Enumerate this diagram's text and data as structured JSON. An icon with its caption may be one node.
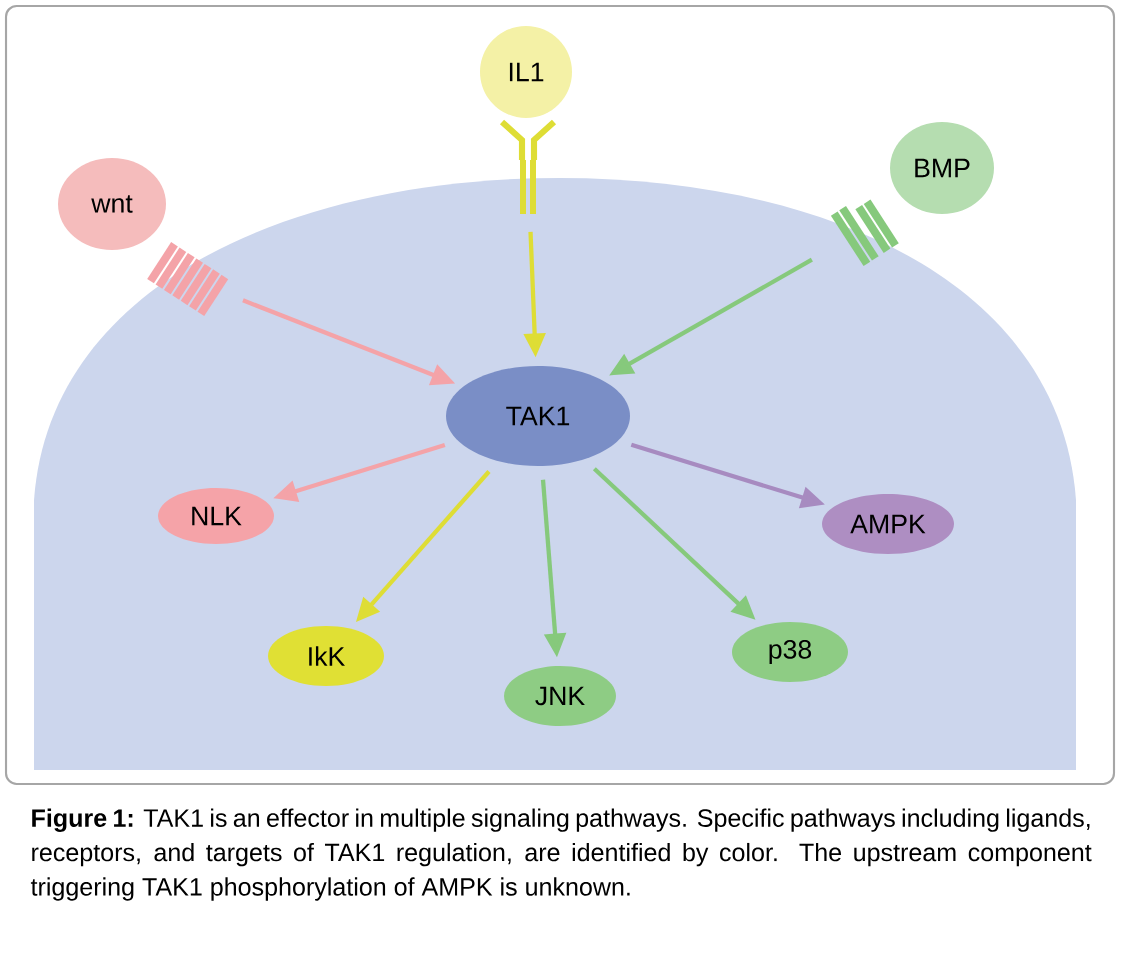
{
  "diagram": {
    "caption": "**Figure 1:** TAK1 is an effector in multiple signaling pathways. Specific pathways including ligands, receptors, and targets of TAK1 regulation, are identified by color. The upstream component triggering TAK1 phosphorylation of AMPK is unknown.",
    "nodes": [
      {
        "text": [
          "wnt"
        ]
      },
      {
        "text": [
          "IL1"
        ]
      },
      {
        "text": [
          "BMP"
        ]
      },
      {
        "text": [],
        "shape": "picture"
      },
      {
        "text": [],
        "shape": "picture"
      },
      {
        "text": [],
        "shape": "picture"
      },
      {
        "text": [
          "TAK1"
        ]
      },
      {
        "text": [
          "NLK"
        ]
      },
      {
        "text": [
          "AMPK"
        ]
      },
      {
        "text": [
          "IkK"
        ]
      },
      {
        "text": [
          "JNK"
        ]
      },
      {
        "text": [
          "p38"
        ]
      }
    ],
    "edges": [
      {
        "from": 3,
        "to": 6,
        "arrow": "to",
        "color": "#f4a3a8"
      },
      {
        "from": 4,
        "to": 6,
        "arrow": "to",
        "color": "#dedd35"
      },
      {
        "from": 5,
        "to": 6,
        "arrow": "to",
        "color": "#86c97c"
      },
      {
        "from": 6,
        "to": 7,
        "arrow": "to",
        "color": "#f4a3a8"
      },
      {
        "from": 6,
        "to": 8,
        "arrow": "to",
        "color": "#a78bc0"
      },
      {
        "from": 6,
        "to": 9,
        "arrow": "to",
        "color": "#dedd35"
      },
      {
        "from": 6,
        "to": 10,
        "arrow": "to",
        "color": "#86c97c"
      },
      {
        "from": 6,
        "to": 11,
        "arrow": "to",
        "color": "#86c97c"
      }
    ]
  }
}
